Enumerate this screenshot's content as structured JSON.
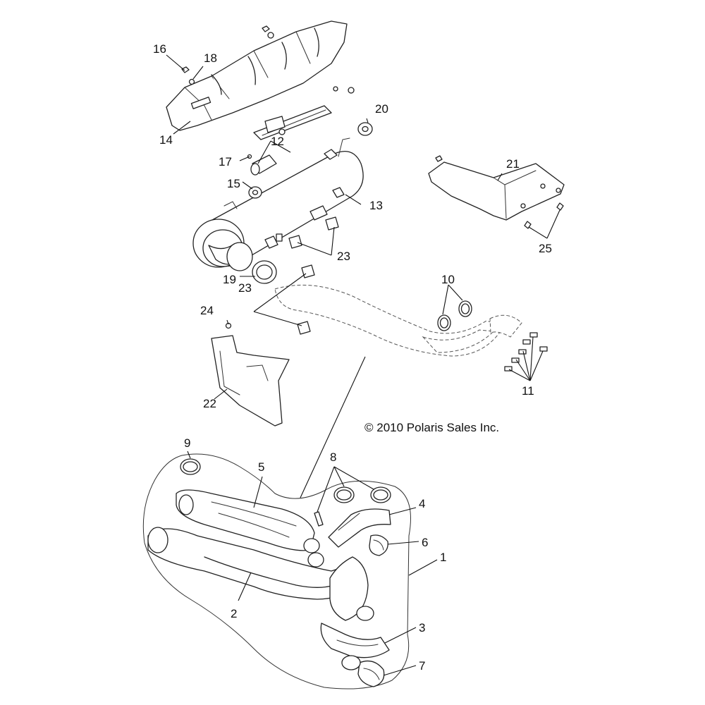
{
  "copyright": "© 2010 Polaris Sales Inc.",
  "callouts": {
    "c1": "1",
    "c2": "2",
    "c3": "3",
    "c4": "4",
    "c5": "5",
    "c6": "6",
    "c7": "7",
    "c8": "8",
    "c9": "9",
    "c10": "10",
    "c11": "11",
    "c12": "12",
    "c13": "13",
    "c14": "14",
    "c15": "15",
    "c16": "16",
    "c17": "17",
    "c18": "18",
    "c19": "19",
    "c20": "20",
    "c21": "21",
    "c22": "22",
    "c23a": "23",
    "c23b": "23",
    "c24": "24",
    "c25": "25"
  }
}
